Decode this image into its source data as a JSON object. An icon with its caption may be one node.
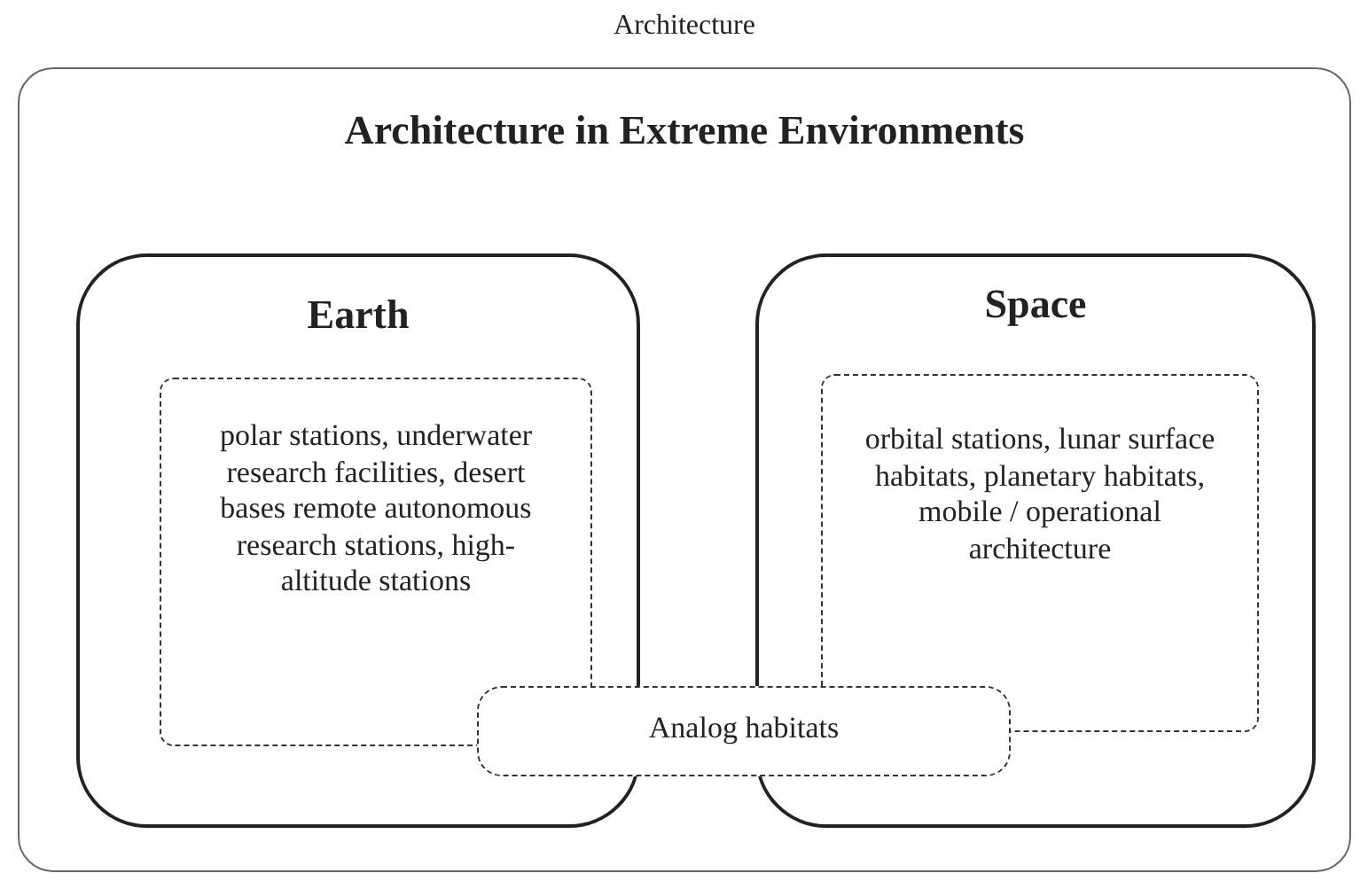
{
  "diagram": {
    "nodes": [
      {
        "text": [
          "Architecture",
          "Architecture in Extreme Environments"
        ]
      },
      {
        "text": [
          "Earth"
        ],
        "in": 0
      },
      {
        "text": [
          "polar stations, underwater research facilities, desert bases remote autonomous research stations, high-altitude stations"
        ],
        "in": 1
      },
      {
        "text": [
          "Space"
        ],
        "in": 0
      },
      {
        "text": [
          "orbital stations, lunar surface habitats, planetary habitats, mobile / operational architecture"
        ],
        "in": 3
      },
      {
        "text": [
          "Analog habitats"
        ],
        "in": 0
      }
    ],
    "edges": []
  }
}
